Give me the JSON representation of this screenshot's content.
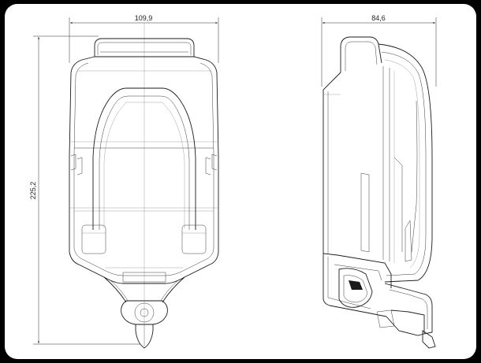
{
  "colors": {
    "background": "#000000",
    "sheet": "#ffffff",
    "lines": "#1a1a1a"
  },
  "dimensions": {
    "front_width": "109,9",
    "side_width": "84,6",
    "height": "225,2"
  }
}
